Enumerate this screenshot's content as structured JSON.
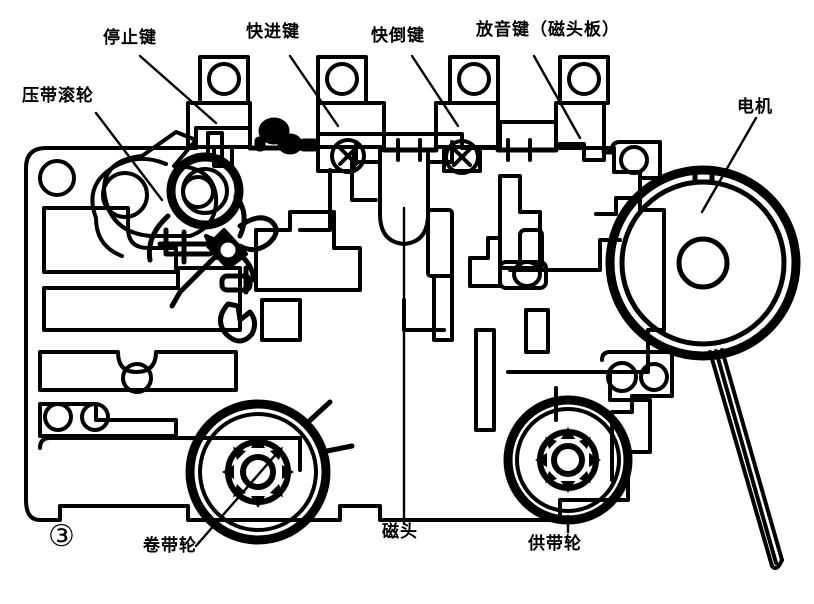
{
  "figure": {
    "number_glyph": "③",
    "number_text": "3"
  },
  "labels": {
    "pinch_roller": "压带滚轮",
    "stop_key": "停止键",
    "fast_forward_key": "快进键",
    "rewind_key": "快倒键",
    "play_key": "放音键（磁头板）",
    "motor": "电机",
    "take_up_reel": "卷带轮",
    "magnetic_head": "磁头",
    "supply_reel": "供带轮"
  },
  "colors": {
    "ink": "#000000",
    "paper": "#ffffff"
  },
  "diagram": {
    "type": "mechanical-line-drawing",
    "subject": "cassette tape transport deck",
    "view": "top plan view",
    "parts": [
      {
        "name": "pinch-roller-assembly",
        "callout": "压带滚轮"
      },
      {
        "name": "stop-key",
        "callout": "停止键"
      },
      {
        "name": "fast-forward-key",
        "callout": "快进键"
      },
      {
        "name": "rewind-key",
        "callout": "快倒键"
      },
      {
        "name": "play-key-head-plate",
        "callout": "放音键（磁头板）"
      },
      {
        "name": "motor",
        "callout": "电机"
      },
      {
        "name": "take-up-reel",
        "callout": "卷带轮"
      },
      {
        "name": "magnetic-head",
        "callout": "磁头"
      },
      {
        "name": "supply-reel",
        "callout": "供带轮"
      }
    ]
  }
}
